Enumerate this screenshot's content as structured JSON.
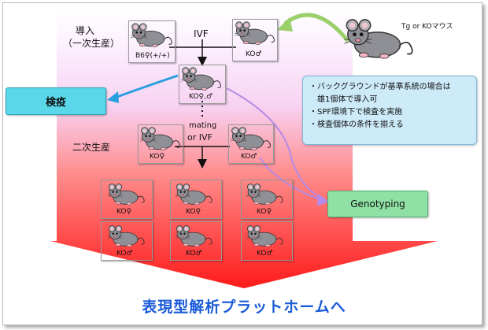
{
  "labels": {
    "intro_line1": "導入",
    "intro_line2": "（一次生産）",
    "ivf": "IVF",
    "mating_line1": "mating",
    "mating_line2": "or IVF",
    "secondary": "二次生産",
    "tg_ko_mouse": "Tg or KOマウス"
  },
  "mice": {
    "b6_female": "B6♀(+/+)",
    "ko_male_top": "KO♂",
    "ko_pair": "KO♀,♂",
    "ko_female_mid": "KO♀",
    "ko_male_mid": "KO♂",
    "grid": [
      "KO♀",
      "KO♀",
      "KO♀",
      "KO♂",
      "KO♂",
      "KO♂"
    ]
  },
  "boxes": {
    "quarantine": "検疫",
    "genotyping": "Genotyping"
  },
  "notes": [
    "・バックグラウンドが基準系統の場合は",
    "雄1個体で導入可",
    "・SPF環境下で検査を実施",
    "・検査個体の条件を揃える"
  ],
  "footer": "表現型解析プラットホームへ",
  "colors": {
    "funnel_top": "#ffffff",
    "funnel_bottom": "#ff1a1a",
    "quarantine_fill": "#5ad8ea",
    "genotyping_fill": "#8fe0a4",
    "notes_fill": "#cdeaf9",
    "footer_text": "#1a5bd8",
    "arrow_to_quarantine": "#2a9fe0",
    "arrow_to_genotyping": "#b58ae8",
    "arrow_from_big_mouse": "#9ad06a"
  }
}
